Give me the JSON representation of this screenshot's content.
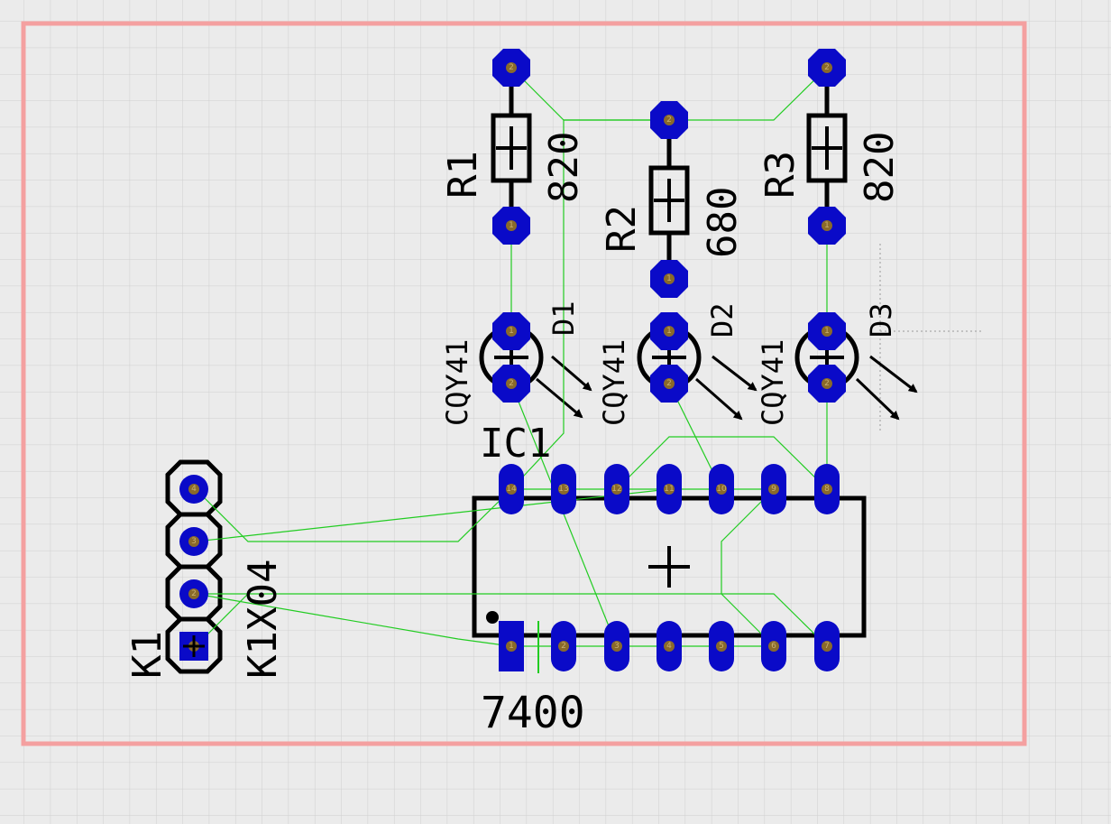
{
  "board": {
    "outline_color": "#f4a0a0",
    "pad_color": "#0a0ac8",
    "drill_color": "#8a6a2a",
    "airwire_color": "#22cc22",
    "grid_color": "#cfcfcf",
    "silkscreen_color": "#000000"
  },
  "components": {
    "r1": {
      "name": "R1",
      "value": "820",
      "pins": [
        "2",
        "1"
      ]
    },
    "r2": {
      "name": "R2",
      "value": "680",
      "pins": [
        "2",
        "1"
      ]
    },
    "r3": {
      "name": "R3",
      "value": "820",
      "pins": [
        "2",
        "1"
      ]
    },
    "d1": {
      "name": "D1",
      "value": "CQY41",
      "pins": [
        "1",
        "2"
      ]
    },
    "d2": {
      "name": "D2",
      "value": "CQY41",
      "pins": [
        "1",
        "2"
      ]
    },
    "d3": {
      "name": "D3",
      "value": "CQY41",
      "pins": [
        "1",
        "2"
      ]
    },
    "ic1": {
      "name": "IC1",
      "value": "7400",
      "top_pins": [
        "14",
        "13",
        "12",
        "11",
        "10",
        "9",
        "8"
      ],
      "bottom_pins": [
        "1",
        "2",
        "3",
        "4",
        "5",
        "6",
        "7"
      ]
    },
    "k1": {
      "name": "K1",
      "value": "K1X04",
      "pins": [
        "4",
        "3",
        "2",
        "1"
      ]
    }
  }
}
